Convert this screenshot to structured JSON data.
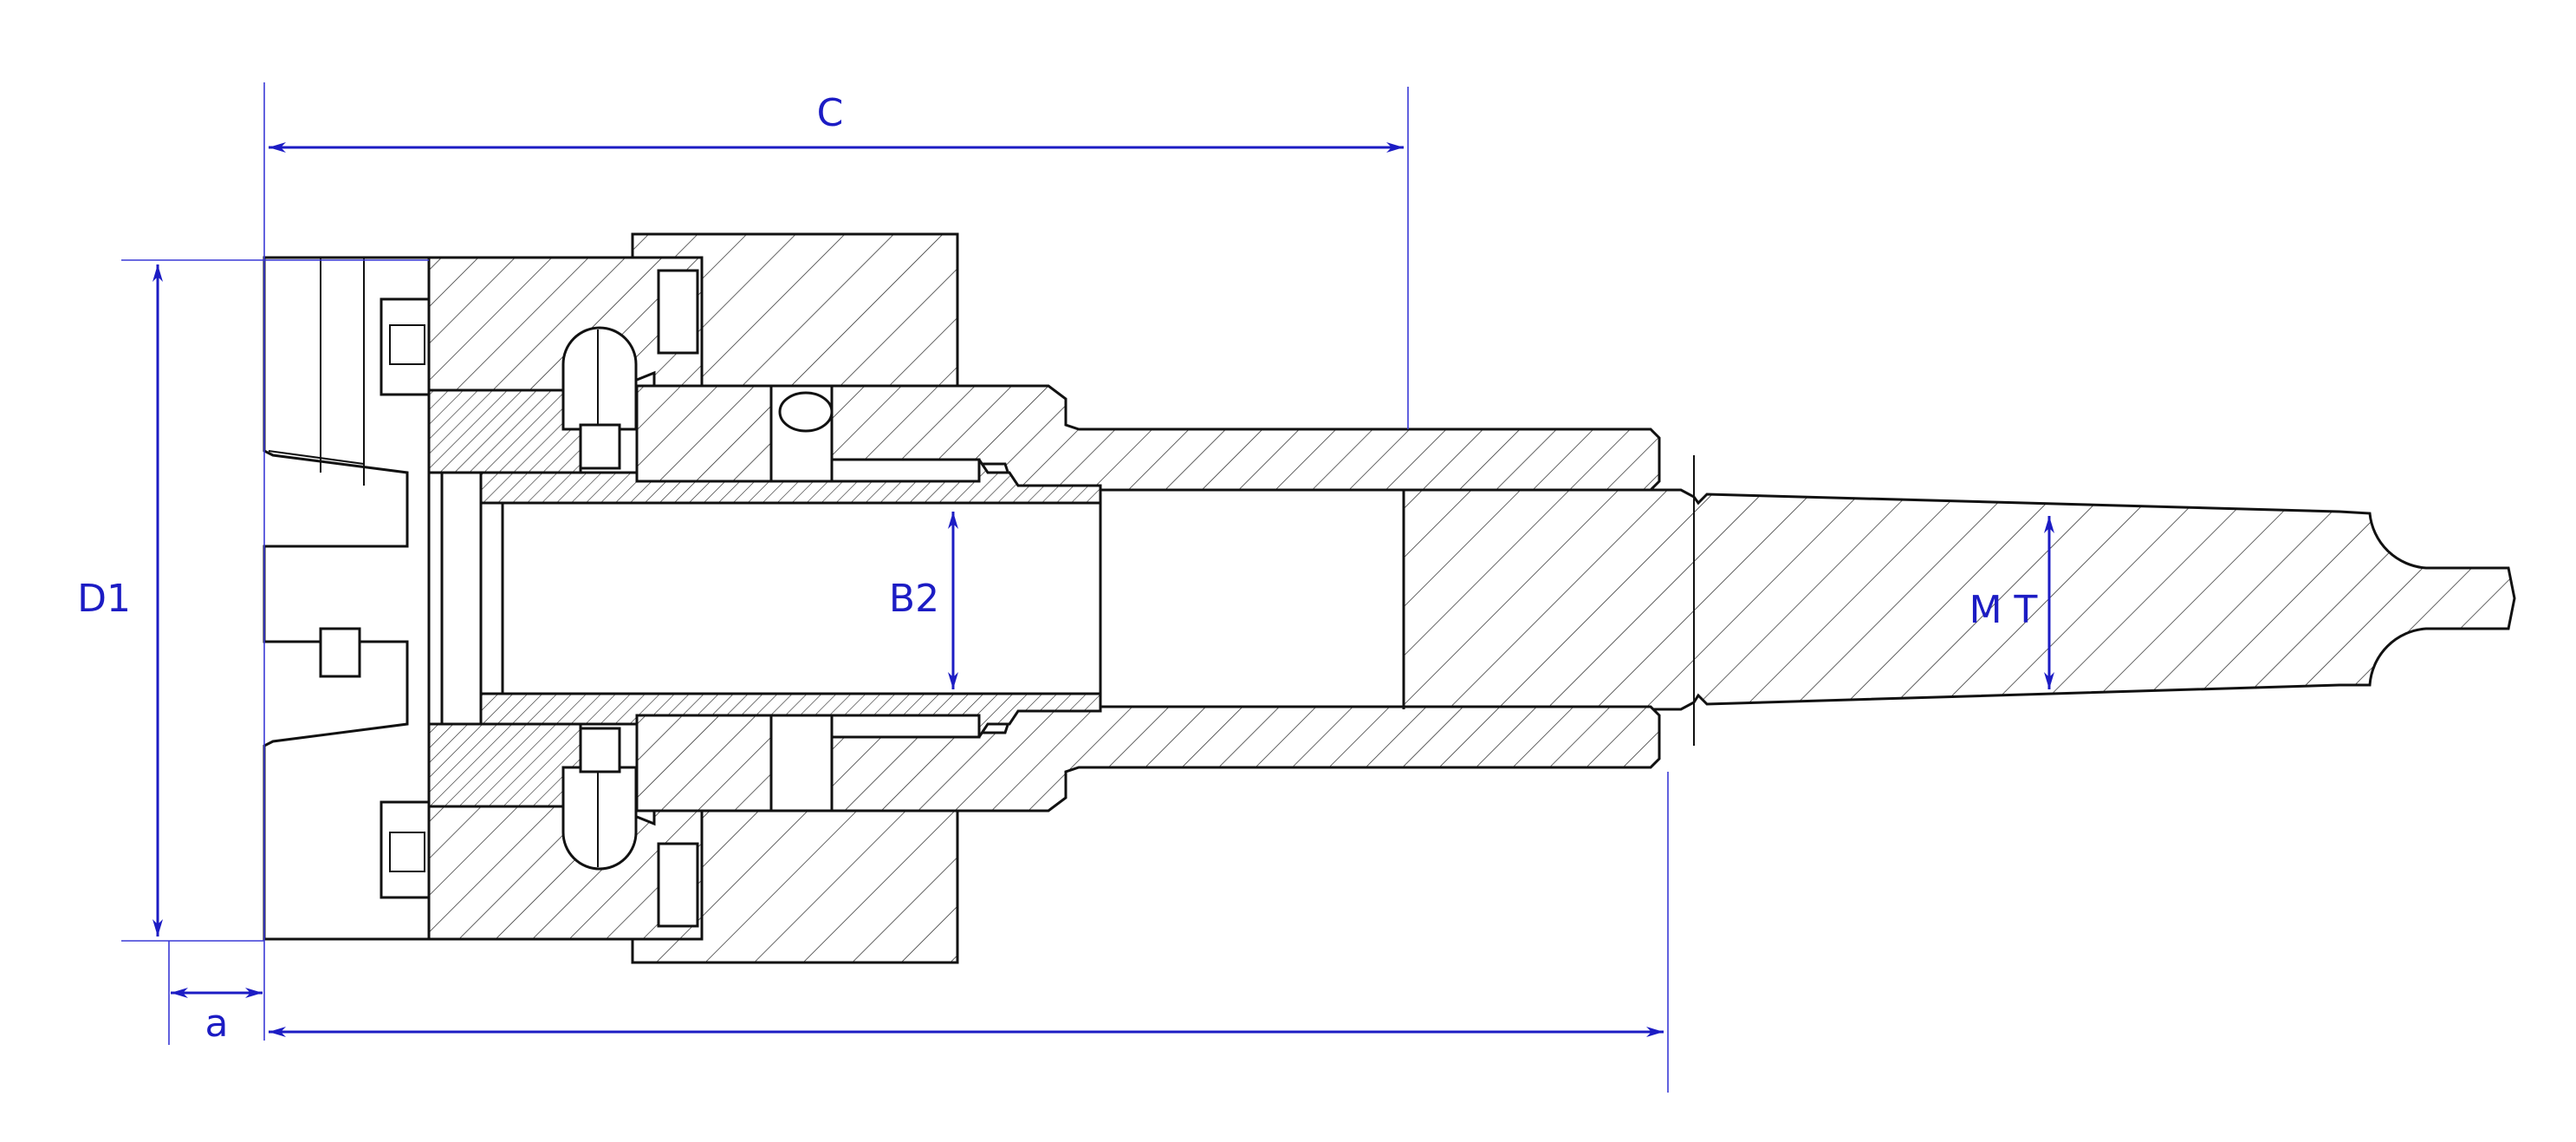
{
  "dimensions": {
    "C": "C",
    "D1": "D1",
    "B2": "B2",
    "MT": "M T",
    "a": "a"
  },
  "colors": {
    "dimension": "#1c1cc4",
    "outline": "#111111",
    "background": "#ffffff"
  }
}
